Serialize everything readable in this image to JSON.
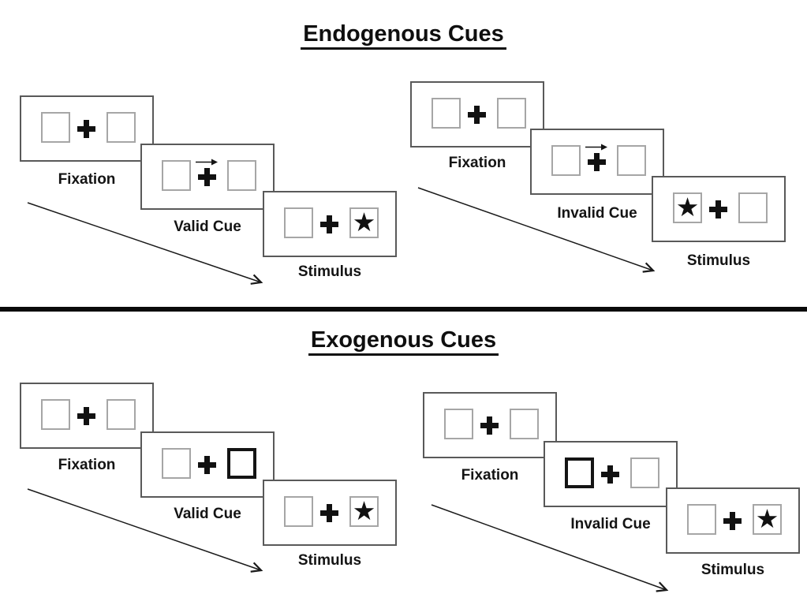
{
  "glyphs": {
    "star": "★"
  },
  "colors": {
    "background": "#ffffff",
    "panel_border": "#595959",
    "box_border": "#a6a6a6",
    "thick_box_border": "#141414",
    "ink": "#141414"
  },
  "sections": [
    {
      "title": "Endogenous Cues",
      "groups": [
        {
          "name": "valid-cue-sequence",
          "panels": [
            {
              "label": "Fixation",
              "left_box": "empty",
              "center": "fixation-cross",
              "right_box": "empty"
            },
            {
              "label": "Valid Cue",
              "left_box": "empty",
              "center": "fixation-cross-with-right-arrow",
              "right_box": "empty"
            },
            {
              "label": "Stimulus",
              "left_box": "empty",
              "center": "fixation-cross",
              "right_box": "star"
            }
          ]
        },
        {
          "name": "invalid-cue-sequence",
          "panels": [
            {
              "label": "Fixation",
              "left_box": "empty",
              "center": "fixation-cross",
              "right_box": "empty"
            },
            {
              "label": "Invalid Cue",
              "left_box": "empty",
              "center": "fixation-cross-with-right-arrow",
              "right_box": "empty"
            },
            {
              "label": "Stimulus",
              "left_box": "star",
              "center": "fixation-cross",
              "right_box": "empty"
            }
          ]
        }
      ]
    },
    {
      "title": "Exogenous Cues",
      "groups": [
        {
          "name": "valid-cue-sequence",
          "panels": [
            {
              "label": "Fixation",
              "left_box": "empty",
              "center": "fixation-cross",
              "right_box": "empty"
            },
            {
              "label": "Valid Cue",
              "left_box": "empty",
              "center": "fixation-cross",
              "right_box": "thick-outline"
            },
            {
              "label": "Stimulus",
              "left_box": "empty",
              "center": "fixation-cross",
              "right_box": "star"
            }
          ]
        },
        {
          "name": "invalid-cue-sequence",
          "panels": [
            {
              "label": "Fixation",
              "left_box": "empty",
              "center": "fixation-cross",
              "right_box": "empty"
            },
            {
              "label": "Invalid Cue",
              "left_box": "thick-outline",
              "center": "fixation-cross",
              "right_box": "empty"
            },
            {
              "label": "Stimulus",
              "left_box": "empty",
              "center": "fixation-cross",
              "right_box": "star"
            }
          ]
        }
      ]
    }
  ]
}
